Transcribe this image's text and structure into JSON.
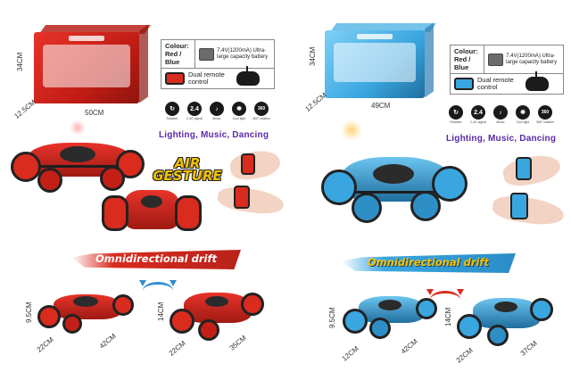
{
  "panels": [
    {
      "variant": "red",
      "accent": "#d92b1e",
      "accent_dark": "#8a1810",
      "box_dims": {
        "height": "34CM",
        "depth": "12.5CM",
        "width": "50CM"
      },
      "colour_label": "Colour: Red / Blue",
      "battery_text": "7.4V(1200mA) Ultra-large capacity battery",
      "remote_label": "Dual remote control",
      "features": [
        {
          "icon": "rotate-icon",
          "glyph": "↻",
          "label": "Rotation"
        },
        {
          "icon": "signal-2.4ghz-icon",
          "glyph": "2.4",
          "label": "2.4G signal"
        },
        {
          "icon": "music-icon",
          "glyph": "♪",
          "label": "Music"
        },
        {
          "icon": "light-icon",
          "glyph": "✹",
          "label": "Cool light"
        },
        {
          "icon": "drift-360-icon",
          "glyph": "360",
          "label": "360° rotation"
        }
      ],
      "tagline": "Lighting, Music, Dancing",
      "air_gesture": "AIR GESTURE",
      "drift_label": "Omnidirectional drift",
      "car_dims_1": {
        "height": "9.5CM",
        "depth": "22CM",
        "length": "42CM"
      },
      "car_dims_2": {
        "height": "14CM",
        "depth": "22CM",
        "length": "35CM"
      }
    },
    {
      "variant": "blue",
      "accent": "#3aa6e0",
      "accent_dark": "#1b5f8d",
      "box_dims": {
        "height": "34CM",
        "depth": "12.5CM",
        "width": "49CM"
      },
      "colour_label": "Colour: Red / Blue",
      "battery_text": "7.4V(1200mA) Ultra-large capacity battery",
      "remote_label": "Dual remote control",
      "features": [
        {
          "icon": "rotate-icon",
          "glyph": "↻",
          "label": "Rotation"
        },
        {
          "icon": "signal-2.4ghz-icon",
          "glyph": "2.4",
          "label": "2.4G signal"
        },
        {
          "icon": "music-icon",
          "glyph": "♪",
          "label": "Music"
        },
        {
          "icon": "light-icon",
          "glyph": "✹",
          "label": "Cool light"
        },
        {
          "icon": "drift-360-icon",
          "glyph": "360",
          "label": "360° rotation"
        }
      ],
      "tagline": "Lighting, Music, Dancing",
      "drift_label": "Omnidirectional drift",
      "car_dims_1": {
        "height": "9.5CM",
        "depth": "12CM",
        "length": "42CM"
      },
      "car_dims_2": {
        "height": "14CM",
        "depth": "22CM",
        "length": "37CM"
      }
    }
  ],
  "colors": {
    "tagline": "#5b2aa8",
    "air_gesture_fill": "#f3c200",
    "drift_red": "#d92b1e",
    "drift_blue": "#3aa6e0",
    "drift_text_left": "#ffffff",
    "drift_text_right": "#f3c200"
  }
}
